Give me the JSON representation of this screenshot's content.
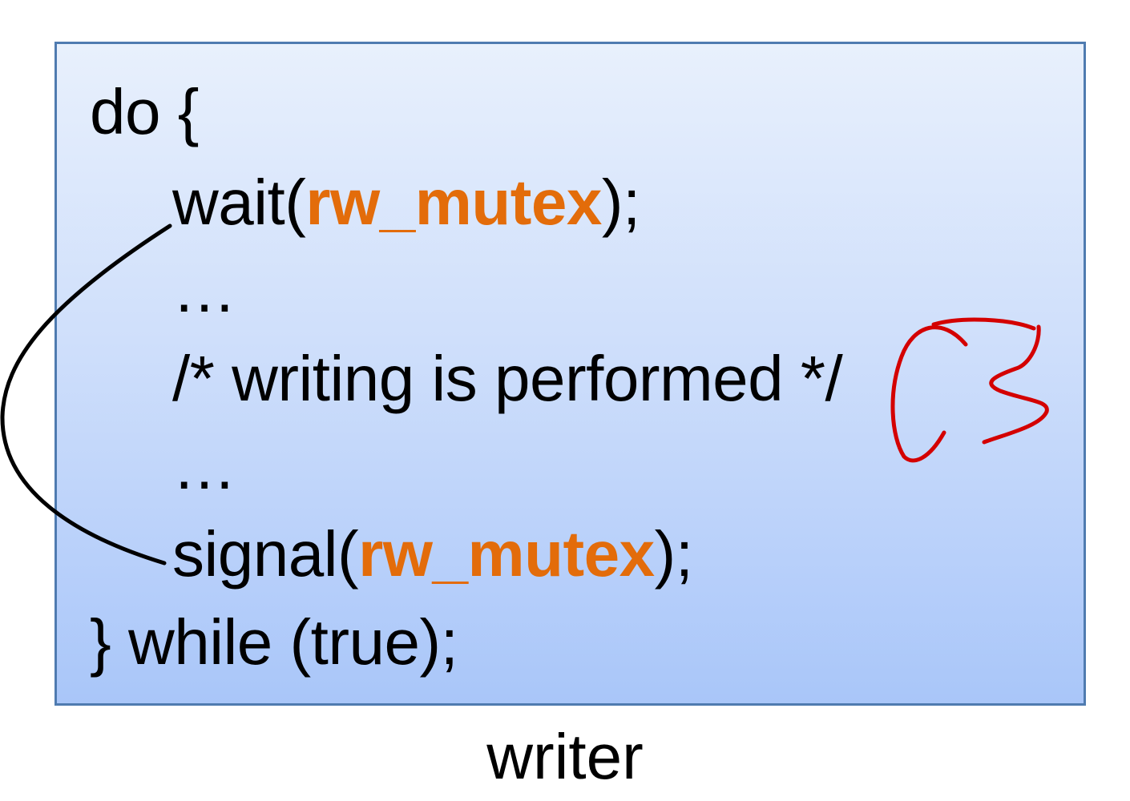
{
  "code": {
    "line1": "do {",
    "line2_prefix": "wait(",
    "line2_var": "rw_mutex",
    "line2_suffix": ");",
    "line3": "…",
    "line4": "/* writing is performed */",
    "line5": "…",
    "line6_prefix": "signal(",
    "line6_var": "rw_mutex",
    "line6_suffix": ");",
    "line7": "} while (true);"
  },
  "caption": "writer",
  "annotation": {
    "handwritten_text": "CS",
    "ink_color": "#d40000",
    "bracket_color": "#000000"
  },
  "colors": {
    "keyword": "#e36c0a",
    "box_border": "#4f7bb0",
    "box_fill_top": "#e8f0fc",
    "box_fill_bottom": "#a9c6f9"
  }
}
